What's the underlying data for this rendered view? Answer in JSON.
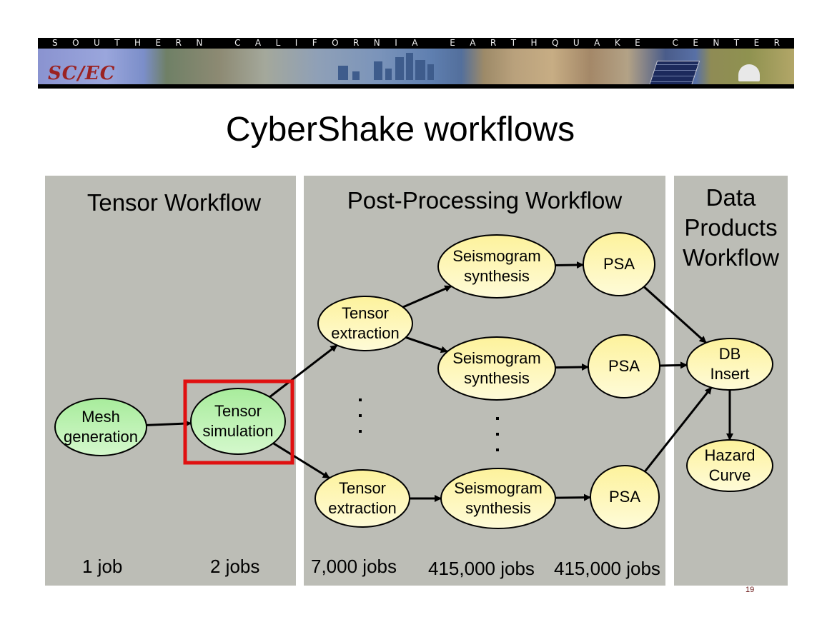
{
  "banner": {
    "letters": [
      "S",
      "O",
      "U",
      "T",
      "H",
      "E",
      "R",
      "N",
      " ",
      "C",
      "A",
      "L",
      "I",
      "F",
      "O",
      "R",
      "N",
      "I",
      "A",
      " ",
      "E",
      "A",
      "R",
      "T",
      "H",
      "Q",
      "U",
      "A",
      "K",
      "E",
      " ",
      "C",
      "E",
      "N",
      "T",
      "E",
      "R"
    ],
    "logo": "SC/EC"
  },
  "title": "CyberShake workflows",
  "panels": [
    {
      "title": "Tensor Workflow"
    },
    {
      "title": "Post-Processing Workflow"
    },
    {
      "title_lines": [
        "Data",
        "Products",
        "Workflow"
      ]
    }
  ],
  "nodes": [
    {
      "id": "mesh",
      "lines": [
        "Mesh",
        "generation"
      ],
      "color": "green"
    },
    {
      "id": "tsim",
      "lines": [
        "Tensor",
        "simulation"
      ],
      "color": "green",
      "highlighted": true
    },
    {
      "id": "tex1",
      "lines": [
        "Tensor",
        "extraction"
      ],
      "color": "yellow"
    },
    {
      "id": "tex2",
      "lines": [
        "Tensor",
        "extraction"
      ],
      "color": "yellow"
    },
    {
      "id": "ss1",
      "lines": [
        "Seismogram",
        "synthesis"
      ],
      "color": "yellow"
    },
    {
      "id": "ss2",
      "lines": [
        "Seismogram",
        "synthesis"
      ],
      "color": "yellow"
    },
    {
      "id": "ss3",
      "lines": [
        "Seismogram",
        "synthesis"
      ],
      "color": "yellow"
    },
    {
      "id": "psa1",
      "lines": [
        "PSA"
      ],
      "color": "yellow"
    },
    {
      "id": "psa2",
      "lines": [
        "PSA"
      ],
      "color": "yellow"
    },
    {
      "id": "psa3",
      "lines": [
        "PSA"
      ],
      "color": "yellow"
    },
    {
      "id": "db",
      "lines": [
        "DB",
        "Insert"
      ],
      "color": "yellow"
    },
    {
      "id": "hazard",
      "lines": [
        "Hazard",
        "Curve"
      ],
      "color": "yellow"
    }
  ],
  "edges": [
    [
      "mesh",
      "tsim"
    ],
    [
      "tsim",
      "tex1"
    ],
    [
      "tsim",
      "tex2"
    ],
    [
      "tex1",
      "ss1"
    ],
    [
      "tex1",
      "ss2"
    ],
    [
      "tex2",
      "ss3"
    ],
    [
      "ss1",
      "psa1"
    ],
    [
      "ss2",
      "psa2"
    ],
    [
      "ss3",
      "psa3"
    ],
    [
      "psa1",
      "db"
    ],
    [
      "psa2",
      "db"
    ],
    [
      "psa3",
      "db"
    ],
    [
      "db",
      "hazard"
    ]
  ],
  "job_counts": [
    "1 job",
    "2 jobs",
    "7,000 jobs",
    "415,000 jobs",
    "415,000 jobs"
  ],
  "colors": {
    "panel": "#bcbdb6",
    "green_node": "#b8f0b0",
    "yellow_node": "#fdf7b8",
    "highlight": "#e01010"
  },
  "page_number": "19"
}
